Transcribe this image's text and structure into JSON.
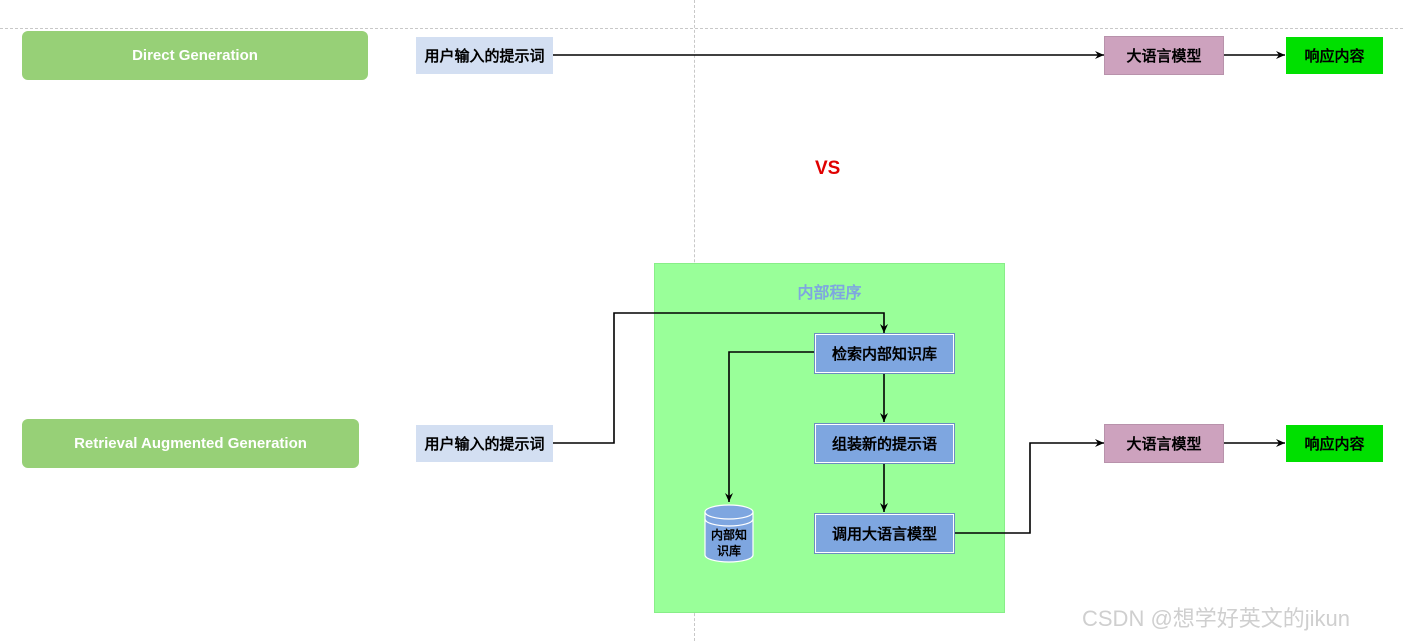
{
  "top_row": {
    "label": "Direct Generation",
    "prompt": "用户输入的提示词",
    "llm": "大语言模型",
    "response": "响应内容"
  },
  "vs_text": "VS",
  "bottom_row": {
    "label": "Retrieval Augmented Generation",
    "prompt": "用户输入的提示词",
    "llm": "大语言模型",
    "response": "响应内容",
    "group_title": "内部程序",
    "steps": [
      "检索内部知识库",
      "组装新的提示语",
      "调用大语言模型"
    ],
    "database": {
      "line1": "内部知",
      "line2": "识库"
    }
  },
  "watermark": "CSDN @想学好英文的jikun",
  "colors": {
    "pill_green": "#97d077",
    "prompt_blue": "#d3dff2",
    "llm_pink": "#cda2be",
    "response_green": "#00e000",
    "group_green": "#99ff99",
    "step_blue": "#7ea6e0",
    "vs_red": "#e00000"
  }
}
